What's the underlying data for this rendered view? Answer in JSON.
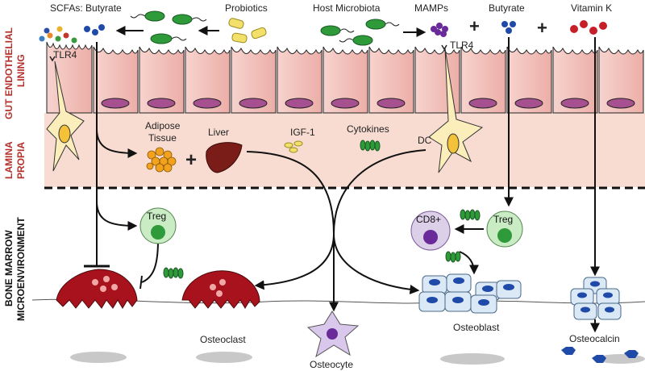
{
  "zones": {
    "gut_lining": [
      "GUT ENDOTHELIAL",
      "LINING"
    ],
    "lamina_propria": [
      "LAMINA",
      "PROPIA"
    ],
    "bone_marrow": [
      "BONE MARROW",
      "MICROENVIRONMENT"
    ]
  },
  "labels": {
    "scfas": "SCFAs: Butyrate",
    "probiotics": "Probiotics",
    "host_microbiota": "Host Microbiota",
    "mamps": "MAMPs",
    "butyrate": "Butyrate",
    "vitamin_k": "Vitamin K",
    "plus": "+",
    "tlr4_left": "TLR4",
    "tlr4_right": "TLR4",
    "adipose": [
      "Adipose",
      "Tissue"
    ],
    "liver": "Liver",
    "igf1": "IGF-1",
    "cytokines": "Cytokines",
    "dc": "DC",
    "treg_left": "Treg",
    "treg_right": "Treg",
    "cd8": "CD8+",
    "osteoclast": "Osteoclast",
    "osteocyte": "Osteocyte",
    "osteoblast": "Osteoblast",
    "osteocalcin": "Osteocalcin"
  },
  "colors": {
    "lamina_band": "#f8dcd2",
    "enterocyte": "#f4c6c0",
    "nucleus": "#a6508f",
    "bacteria_green": "#2e9a3a",
    "probiotic_yellow": "#f2e06a",
    "osteoclast": "#a8121c",
    "treg": "#c9ecc4",
    "cd8": "#dccfe8",
    "osteoblast": "#dbe9f7",
    "osteocalcin": "#1f4aa8",
    "zone_label": "#b5302a"
  }
}
